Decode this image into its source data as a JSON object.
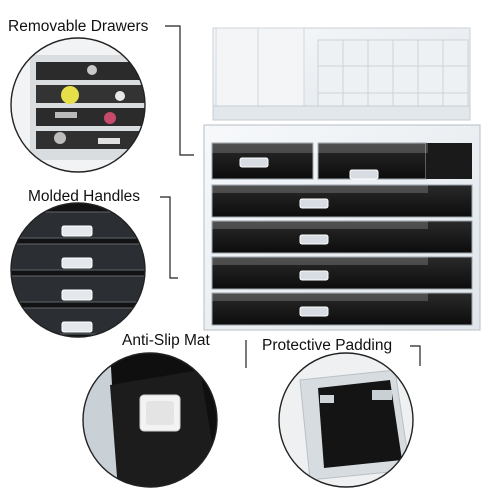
{
  "labels": {
    "removable_drawers": "Removable Drawers",
    "molded_handles": "Molded Handles",
    "anti_slip_mat": "Anti-Slip Mat",
    "protective_padding": "Protective Padding"
  },
  "icons": {
    "product": "acrylic-makeup-organizer",
    "detail_drawers": "removable-drawers-closeup",
    "detail_handles": "molded-handles-closeup",
    "detail_mat": "anti-slip-mat-closeup",
    "detail_padding": "protective-padding-closeup"
  },
  "colors": {
    "background": "#ffffff",
    "drawer_liner": "#141414",
    "acrylic": "#e6ebef",
    "callout_line": "#222222"
  }
}
